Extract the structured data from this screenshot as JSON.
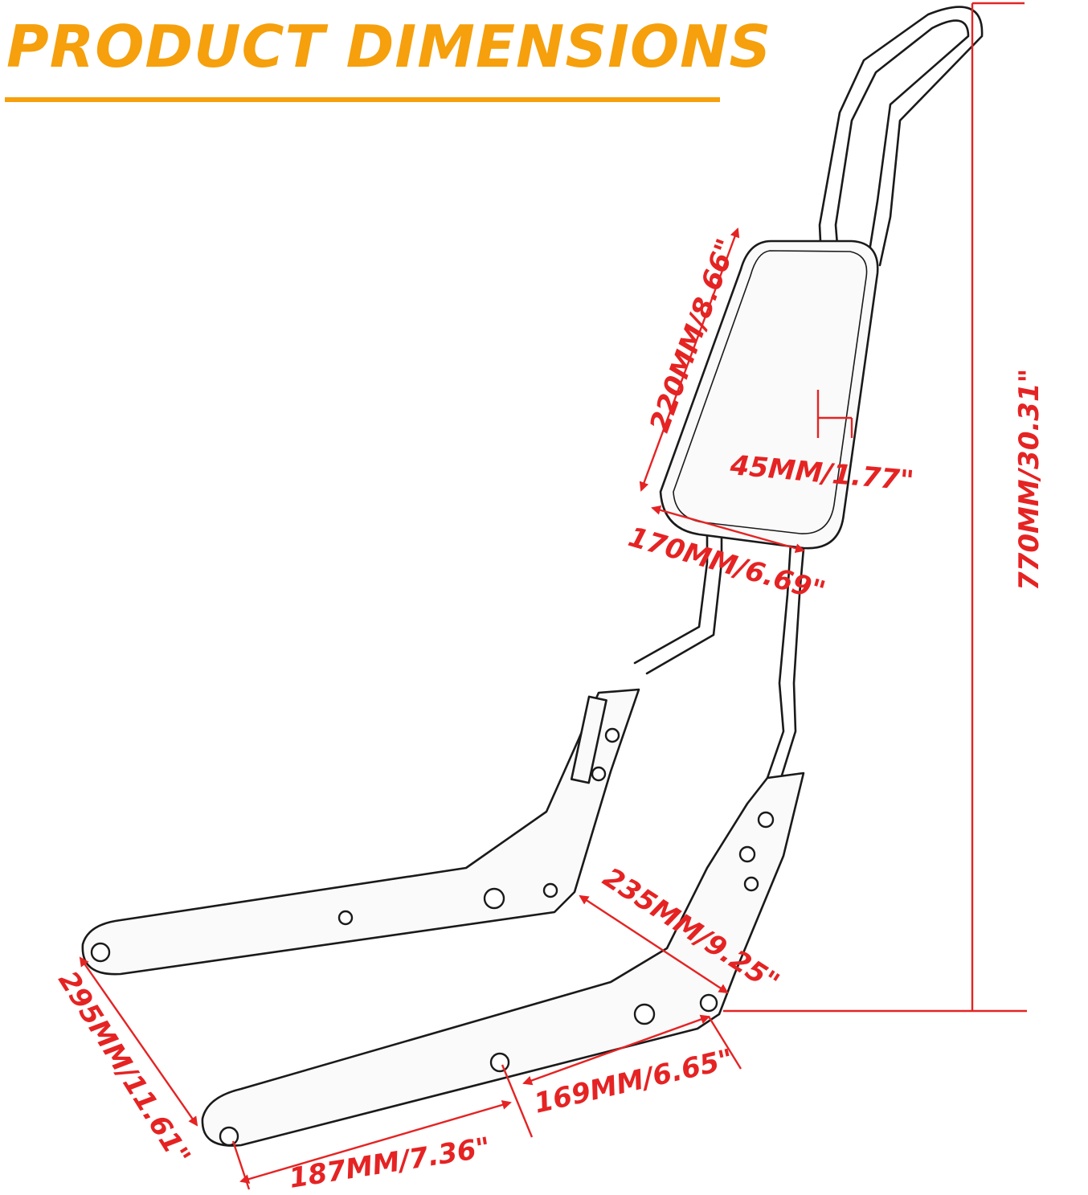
{
  "header": {
    "title": "PRODUCT DIMENSIONS"
  },
  "colors": {
    "title": "#f5a00c",
    "dimension": "#e52323",
    "outline": "#1a1a1a"
  },
  "dimensions": {
    "total_height": "770MM/30.31\"",
    "pad_height": "220MM/8.66\"",
    "pad_thickness": "45MM/1.77\"",
    "pad_width": "170MM/6.69\"",
    "upper_plate_span": "235MM/9.25\"",
    "mount_width": "295MM/11.61\"",
    "rear_hole_spacing": "169MM/6.65\"",
    "front_hole_spacing": "187MM/7.36\""
  }
}
